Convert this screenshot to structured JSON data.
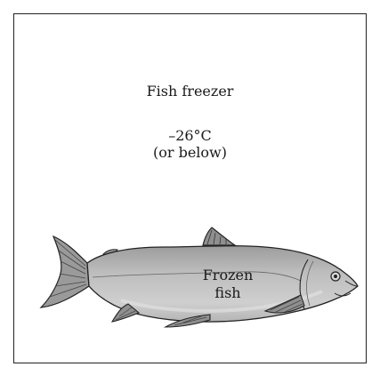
{
  "freezer": {
    "title": "Fish freezer",
    "temperature": "–26°C",
    "temperature_note": "(or below)"
  },
  "fish": {
    "label_line1": "Frozen",
    "label_line2": "fish"
  },
  "colors": {
    "fish_body": "#b9b9b9",
    "fish_belly": "#d9d9d9",
    "fin": "#8f8f8f",
    "outline": "#222222",
    "frame": "#222222"
  }
}
